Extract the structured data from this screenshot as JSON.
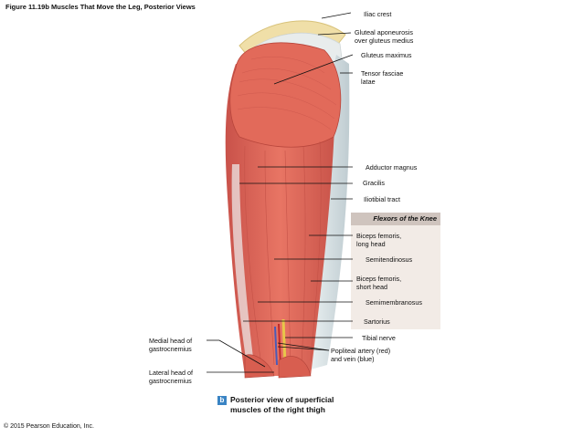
{
  "figure_title": "Figure 11.19b Muscles That Move the Leg, Posterior Views",
  "labels": {
    "iliac_crest": "Iliac crest",
    "gluteal_aponeurosis_1": "Gluteal aponeurosis",
    "gluteal_aponeurosis_2": "over gluteus medius",
    "gluteus_maximus": "Gluteus maximus",
    "tensor_fasciae_1": "Tensor fasciae",
    "tensor_fasciae_2": "latae",
    "adductor_magnus": "Adductor magnus",
    "gracilis": "Gracilis",
    "iliotibial_tract": "Iliotibial tract",
    "biceps_long_1": "Biceps femoris,",
    "biceps_long_2": "long head",
    "semitendinosus": "Semitendinosus",
    "biceps_short_1": "Biceps femoris,",
    "biceps_short_2": "short head",
    "semimembranosus": "Semimembranosus",
    "sartorius": "Sartorius",
    "tibial_nerve": "Tibial nerve",
    "popliteal_1": "Popliteal artery (red)",
    "popliteal_2": "and vein (blue)",
    "medial_head_1": "Medial head of",
    "medial_head_2": "gastrocnemius",
    "lateral_head_1": "Lateral head of",
    "lateral_head_2": "gastrocnemius"
  },
  "flexors_header": "Flexors of the Knee",
  "badge": "b",
  "caption_line1": "Posterior view of superficial",
  "caption_line2": "muscles of the right thigh",
  "copyright": "© 2015 Pearson Education, Inc.",
  "colors": {
    "muscle": "#e0685a",
    "muscle_dark": "#c44a3e",
    "fascia": "#d9e3e6",
    "bone": "#f0dfa8",
    "flexor_panel": "#f2ebe6",
    "flexor_header": "#cfc4be",
    "badge": "#3a84c4"
  }
}
